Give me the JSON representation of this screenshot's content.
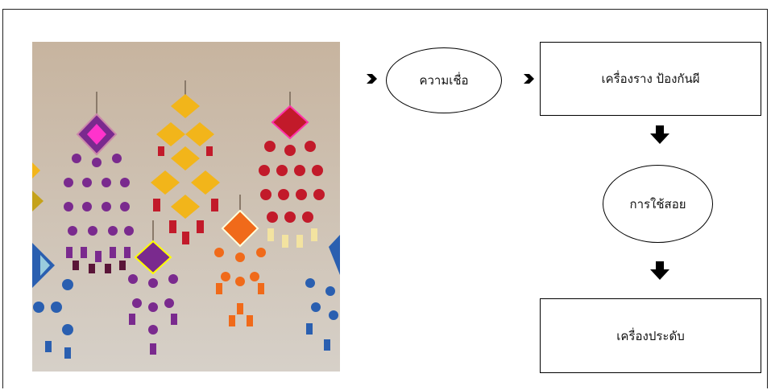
{
  "diagram": {
    "nodes": {
      "belief": "ความเชื่อ",
      "amulet": "เครื่องราง ป้องกันผี",
      "usage": "การใช้สอย",
      "decoration": "เครื่องประดับ"
    },
    "image": {
      "subject": "hanging-tung-lanna-flags",
      "colors": {
        "wall": "#c9bba9",
        "purple": "#7a2a8e",
        "yellow": "#f2b51a",
        "red": "#c21a2a",
        "orange": "#f06a1a",
        "blue": "#2a5fb0"
      }
    },
    "arrows": [
      {
        "from": "start",
        "to": "belief"
      },
      {
        "from": "belief",
        "to": "amulet"
      },
      {
        "from": "amulet",
        "to": "usage"
      },
      {
        "from": "usage",
        "to": "decoration"
      }
    ]
  }
}
